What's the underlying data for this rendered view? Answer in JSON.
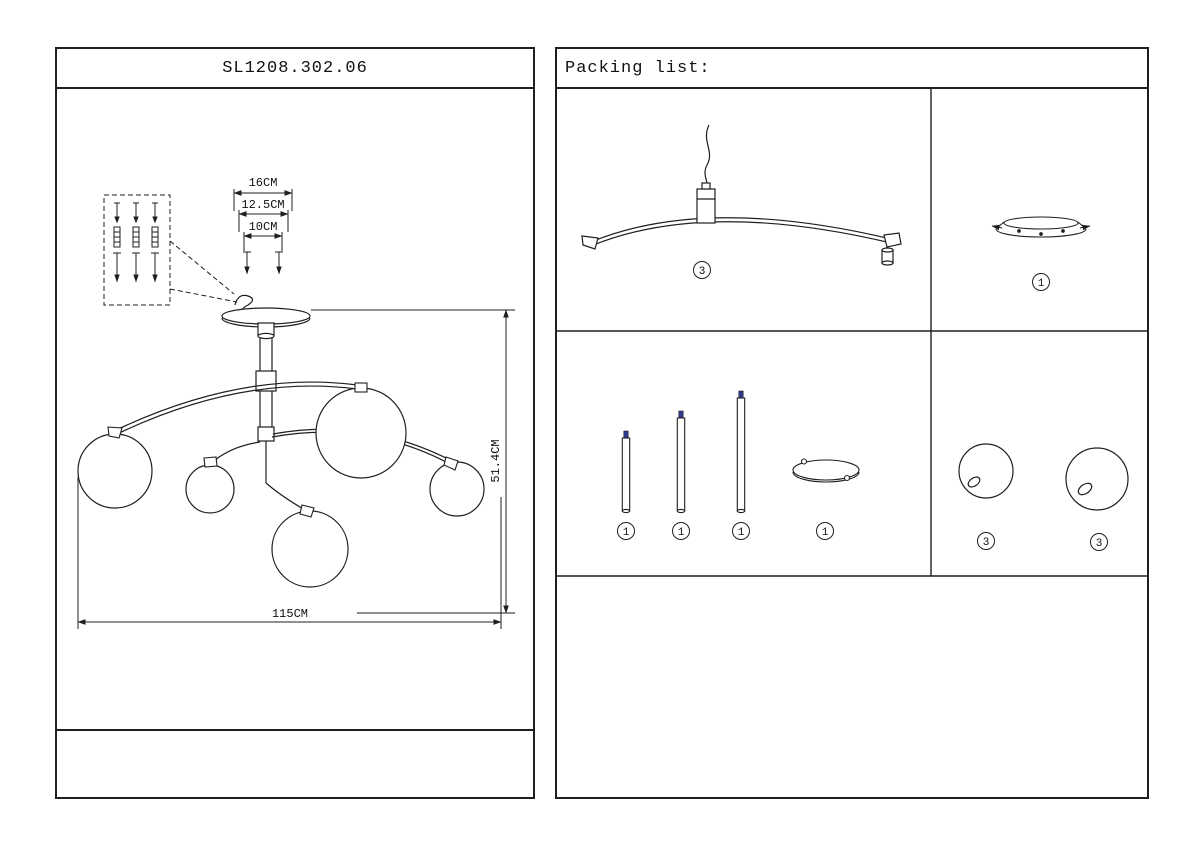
{
  "colors": {
    "line": "#1f1f1f",
    "thread": "#2f3a8c",
    "bg": "#ffffff"
  },
  "left_panel": {
    "title": "SL1208.302.06",
    "dims": {
      "d16": "16CM",
      "d125": "12.5CM",
      "d10": "10CM",
      "height": "51.4CM",
      "width": "115CM"
    }
  },
  "packing": {
    "title": "Packing list:",
    "qty": {
      "arm": "3",
      "canopy": "1",
      "rod_short": "1",
      "rod_medium": "1",
      "rod_long": "1",
      "ring": "1",
      "globe_small": "3",
      "globe_large": "3"
    }
  }
}
